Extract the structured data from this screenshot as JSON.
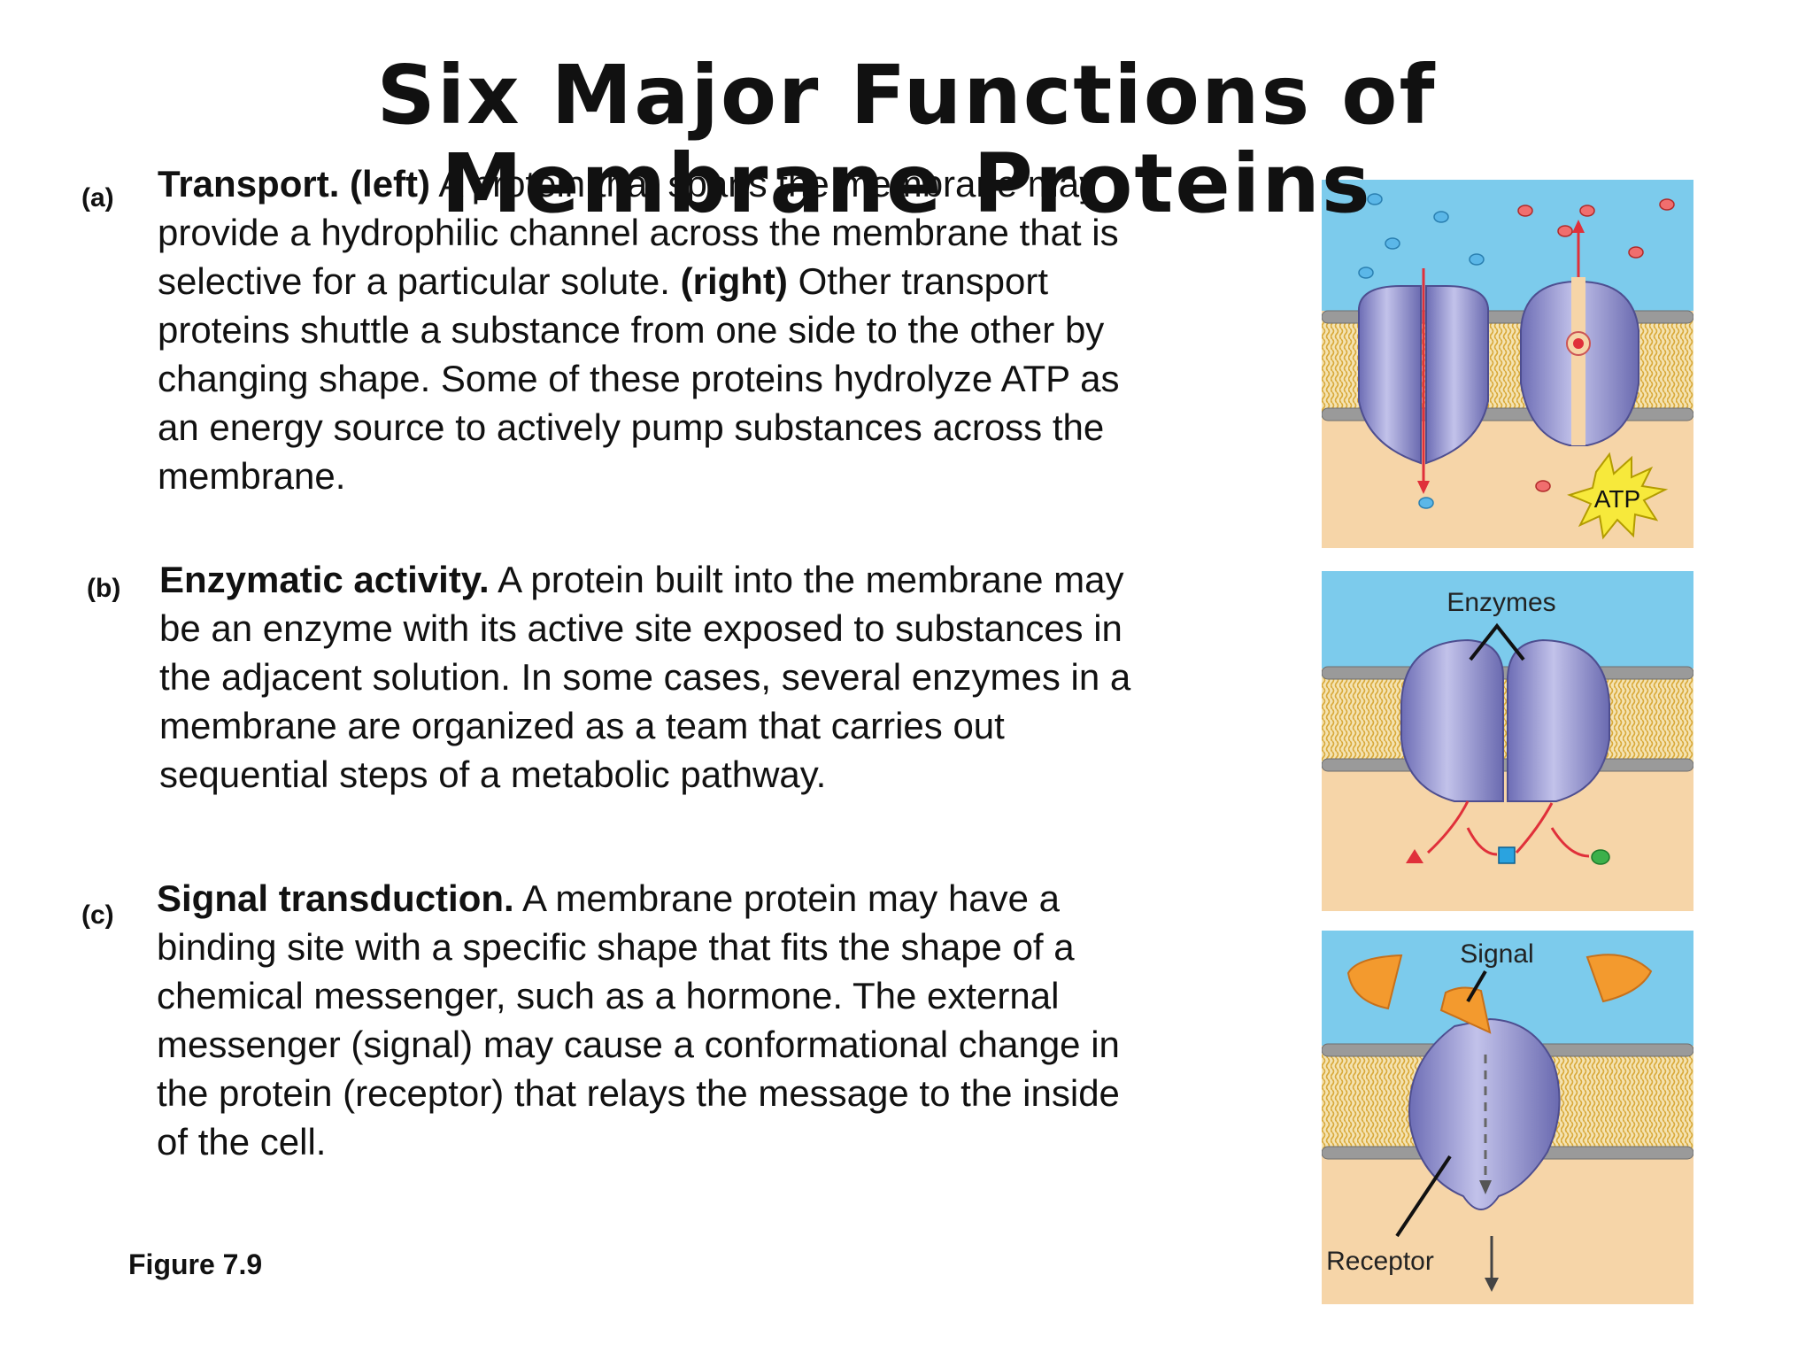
{
  "title": "Six Major Functions of Membrane Proteins",
  "sections": {
    "a": {
      "label": "(a)",
      "heading": "Transport.",
      "sub_left": "(left)",
      "text_left": " A protein that spans the membrane may provide a hydrophilic channel across the membrane that is selective for a particular solute.",
      "sub_right": "(right)",
      "text_right": " Other transport proteins shuttle a substance from one side to the other by changing shape. Some of these proteins hydrolyze ATP as an energy source to actively pump substances  across the membrane."
    },
    "b": {
      "label": "(b)",
      "heading": "Enzymatic activity.",
      "text": " A protein built into the membrane may be an enzyme with its active site exposed to substances in the adjacent solution. In some cases, several enzymes in a membrane are organized as a team that carries out sequential steps of a metabolic pathway."
    },
    "c": {
      "label": "(c)",
      "heading": "Signal transduction.",
      "text": " A membrane protein may have a binding site with a specific shape that fits the shape of a chemical messenger, such as a hormone. The external messenger (signal) may cause a conformational change in the protein (receptor) that relays the message to the inside of the cell."
    }
  },
  "figure_label": "Figure 7.9",
  "diagram_labels": {
    "atp": "ATP",
    "enzymes": "Enzymes",
    "signal": "Signal",
    "receptor": "Receptor"
  },
  "colors": {
    "extracellular": "#7ccbec",
    "cytoplasm": "#f6d5a8",
    "protein": "#8f8fcf",
    "lipid_head": "#9a9a9a",
    "lipid_tail": "#e0b64a",
    "arrow": "#e0303a",
    "signal": "#f39a2e",
    "atp_burst": "#f7e93b"
  }
}
